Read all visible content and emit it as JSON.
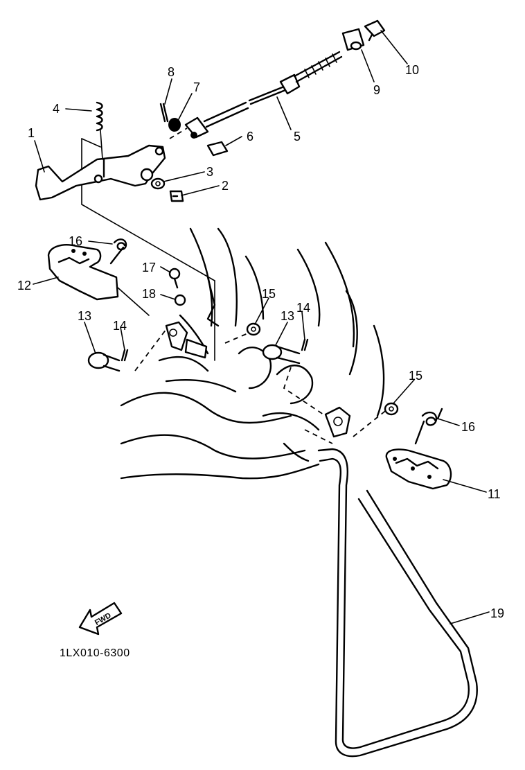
{
  "callouts": [
    {
      "id": "1",
      "text": "1"
    },
    {
      "id": "2",
      "text": "2"
    },
    {
      "id": "3",
      "text": "3"
    },
    {
      "id": "4",
      "text": "4"
    },
    {
      "id": "5",
      "text": "5"
    },
    {
      "id": "6",
      "text": "6"
    },
    {
      "id": "7",
      "text": "7"
    },
    {
      "id": "8",
      "text": "8"
    },
    {
      "id": "9",
      "text": "9"
    },
    {
      "id": "10",
      "text": "10"
    },
    {
      "id": "11",
      "text": "11"
    },
    {
      "id": "12",
      "text": "12"
    },
    {
      "id": "13a",
      "text": "13"
    },
    {
      "id": "13b",
      "text": "13"
    },
    {
      "id": "14a",
      "text": "14"
    },
    {
      "id": "14b",
      "text": "14"
    },
    {
      "id": "15a",
      "text": "15"
    },
    {
      "id": "15b",
      "text": "15"
    },
    {
      "id": "16a",
      "text": "16"
    },
    {
      "id": "16b",
      "text": "16"
    },
    {
      "id": "17",
      "text": "17"
    },
    {
      "id": "18",
      "text": "18"
    },
    {
      "id": "19",
      "text": "19"
    }
  ],
  "fwd_arrow": {
    "text": "FWD"
  },
  "drawing_code": "1LX010-6300"
}
